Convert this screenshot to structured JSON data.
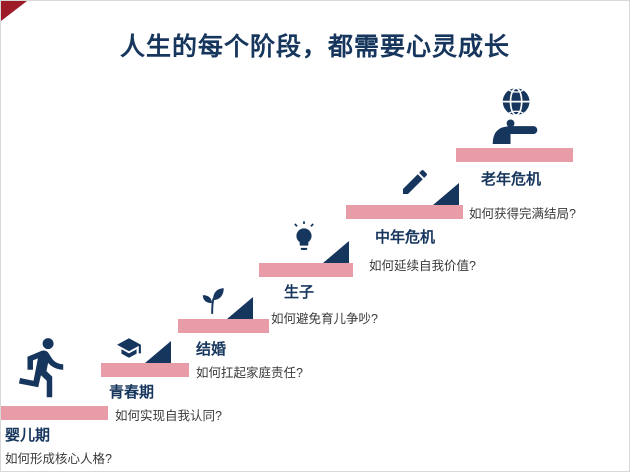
{
  "title": "人生的每个阶段，都需要心灵成长",
  "steps": [
    {
      "label": "婴儿期",
      "question": "如何形成核心人格?",
      "icon": "runner-icon"
    },
    {
      "label": "青春期",
      "question": "如何实现自我认同?",
      "icon": "graduation-cap-icon"
    },
    {
      "label": "结婚",
      "question": "如何扛起家庭责任?",
      "icon": "sprout-icon"
    },
    {
      "label": "生子",
      "question": "如何避免育儿争吵?",
      "icon": "lightbulb-icon"
    },
    {
      "label": "中年危机",
      "question": "如何延续自我价值?",
      "icon": "pen-icon"
    },
    {
      "label": "老年危机",
      "question": "如何获得完满结局?",
      "icon": "globe-hand-icon"
    }
  ],
  "colors": {
    "navy": "#17365d",
    "stair_pink": "#e89ca8",
    "corner_red": "#9e1b28",
    "question_text": "#3a3a3a"
  }
}
